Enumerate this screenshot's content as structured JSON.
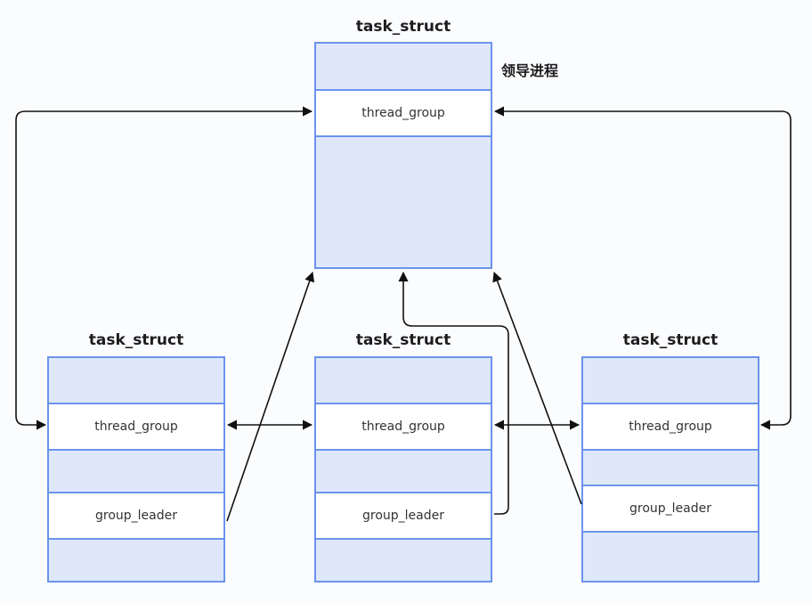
{
  "leader": {
    "title": "task_struct",
    "note": "领导进程",
    "thread_group": "thread_group"
  },
  "left": {
    "title": "task_struct",
    "thread_group": "thread_group",
    "group_leader": "group_leader"
  },
  "middle": {
    "title": "task_struct",
    "thread_group": "thread_group",
    "group_leader": "group_leader"
  },
  "right": {
    "title": "task_struct",
    "thread_group": "thread_group",
    "group_leader": "group_leader"
  },
  "colors": {
    "border": "#6b93ec",
    "fill": "#dfe8fb",
    "arrow": "#111111"
  }
}
